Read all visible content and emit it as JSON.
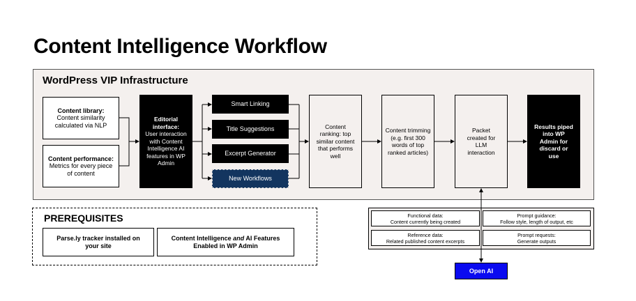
{
  "title": "Content Intelligence Workflow",
  "infrastructure": {
    "title": "WordPress VIP Infrastructure",
    "content_library": {
      "heading": "Content library:",
      "text": "Content similarity calculated via NLP"
    },
    "content_performance": {
      "heading": "Content performance:",
      "text": "Metrics for every piece of content"
    },
    "editorial_interface": {
      "heading": "Editorial interface:",
      "text": "User interaction with Content Intelligence AI features in WP Admin"
    },
    "features": [
      "Smart Linking",
      "Title Suggestions",
      "Excerpt Generator"
    ],
    "new_workflows": "New Workflows",
    "content_ranking": "Content ranking: top similar content that performs well",
    "content_trimming": "Content trimming (e.g. first 300 words of top ranked articles)",
    "packet": "Packet created for LLM interaction",
    "results": "Results piped into WP Admin for discard or use"
  },
  "prerequisites": {
    "title": "PREREQUISITES",
    "item1": "Parse.ly tracker installed on your site",
    "item2": {
      "before": "Content Intelligence ",
      "em": "and",
      "after": " AI Features Enabled in WP Admin"
    }
  },
  "llm_data": {
    "functional": {
      "label": "Functional data:",
      "text": "Content currently being created"
    },
    "reference": {
      "label": "Reference data:",
      "text": "Related published content excerpts"
    },
    "prompt_guidance": {
      "label": "Prompt guidance:",
      "text": "Follow style, length of output, etc"
    },
    "prompt_requests": {
      "label": "Prompt requests:",
      "text": "Generate outputs"
    }
  },
  "openai": "Open AI"
}
